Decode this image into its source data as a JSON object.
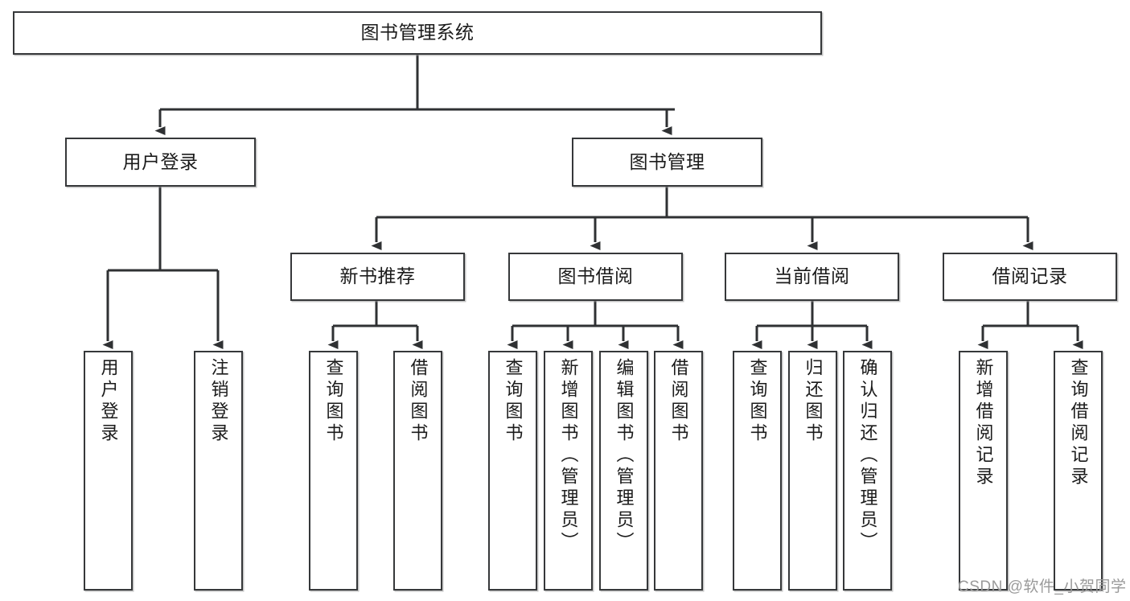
{
  "diagram": {
    "title": "图书管理系统",
    "type": "hierarchy-tree",
    "watermark": "CSDN @软件_小贺同学",
    "colors": {
      "border": "#36383a",
      "background": "#ffffff",
      "text": "#1b1b1b",
      "edge": "#333333",
      "watermark": "#9a9a9a"
    }
  },
  "nodes": {
    "root": {
      "label": "图书管理系统"
    },
    "level2": [
      {
        "label": "用户登录"
      },
      {
        "label": "图书管理"
      }
    ],
    "level3": [
      {
        "label": "新书推荐"
      },
      {
        "label": "图书借阅"
      },
      {
        "label": "当前借阅"
      },
      {
        "label": "借阅记录"
      }
    ],
    "leaves_user_login": [
      {
        "label": "用户登录"
      },
      {
        "label": "注销登录"
      }
    ],
    "leaves_new_book": [
      {
        "label": "查询图书"
      },
      {
        "label": "借阅图书"
      }
    ],
    "leaves_borrow_book": [
      {
        "label": "查询图书"
      },
      {
        "label": "新增图书（管理员）"
      },
      {
        "label": "编辑图书（管理员）"
      },
      {
        "label": "借阅图书"
      }
    ],
    "leaves_current_borrow": [
      {
        "label": "查询图书"
      },
      {
        "label": "归还图书"
      },
      {
        "label": "确认归还（管理员）"
      }
    ],
    "leaves_borrow_record": [
      {
        "label": "新增借阅记录"
      },
      {
        "label": "查询借阅记录"
      }
    ]
  }
}
